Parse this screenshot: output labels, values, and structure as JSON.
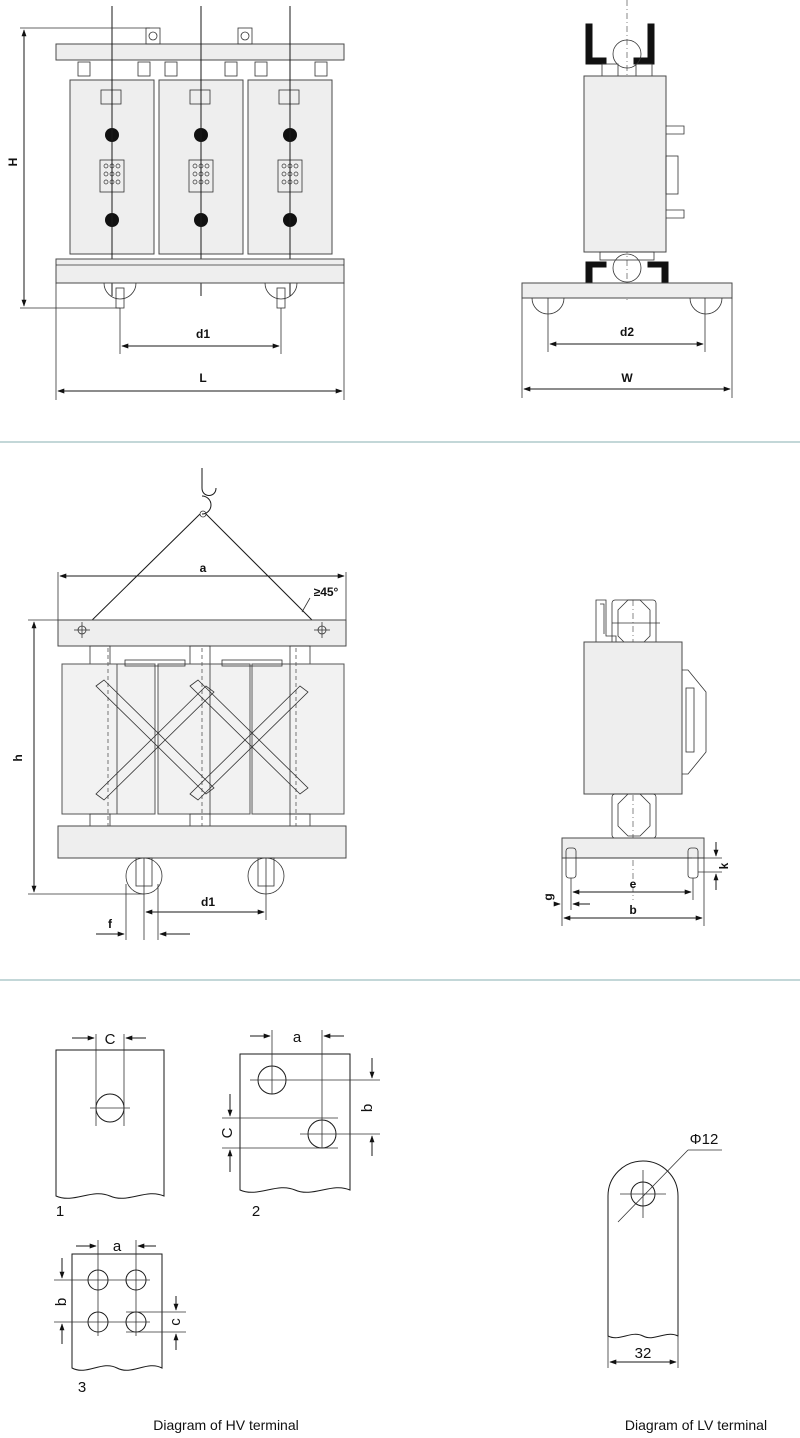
{
  "dimensions": {
    "H": "H",
    "d1": "d1",
    "L": "L",
    "d2": "d2",
    "W": "W",
    "a": "a",
    "angle": "≥45°",
    "h": "h",
    "d1_lift": "d1",
    "f": "f",
    "g": "g",
    "e": "e",
    "b": "b",
    "k": "k"
  },
  "terminals": {
    "C1": "C",
    "a2": "a",
    "b2": "b",
    "C2": "C",
    "a3": "a",
    "b3": "b",
    "c3": "c",
    "phi": "Φ12",
    "w32": "32",
    "n1": "1",
    "n2": "2",
    "n3": "3"
  },
  "captions": {
    "hv": "Diagram of HV terminal",
    "lv": "Diagram of LV terminal"
  }
}
